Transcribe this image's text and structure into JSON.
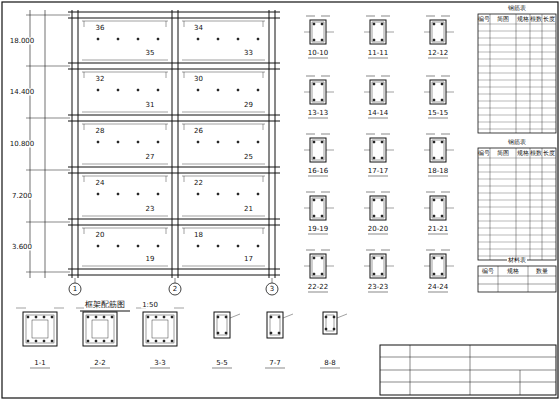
{
  "diagram": {
    "labels": [
      "36",
      "35",
      "34",
      "33",
      "32",
      "31",
      "30",
      "29",
      "28",
      "27",
      "26",
      "25",
      "24",
      "23",
      "22",
      "21",
      "20",
      "19",
      "18",
      "17",
      "18.000",
      "14.400",
      "10.800",
      "7.200",
      "3.600",
      "1",
      "2",
      "3",
      "框架配筋图",
      "1:50",
      "10-10",
      "11-11",
      "12-12",
      "13-13",
      "14-14",
      "15-15",
      "16-16",
      "17-17",
      "18-18",
      "19-19",
      "20-20",
      "21-21",
      "22-22",
      "23-23",
      "24-24",
      "1-1",
      "2-2",
      "3-3",
      "5-5",
      "7-7",
      "8-8",
      "钢筋表",
      "编号",
      "简图",
      "规格",
      "根数",
      "长度",
      "钢筋表",
      "编号",
      "简图",
      "规格",
      "根数",
      "长度",
      "材料表",
      "编号",
      "规格",
      "数量"
    ]
  }
}
